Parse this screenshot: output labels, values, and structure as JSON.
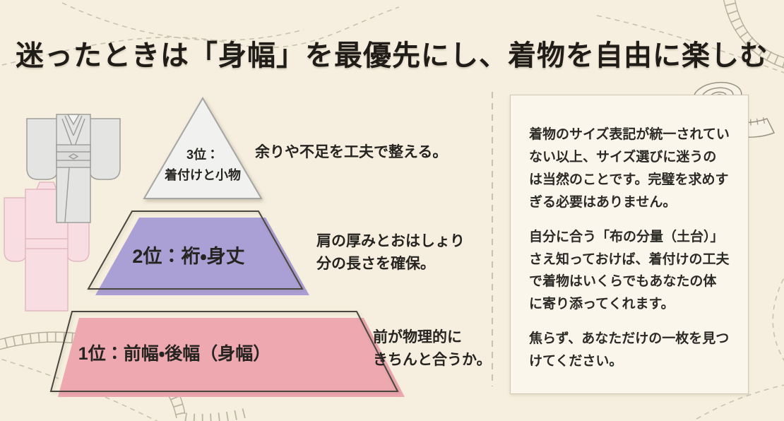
{
  "title": "迷ったときは「身幅」を最優先にし、着物を自由に楽しむ",
  "pyramid": {
    "levels": [
      {
        "rank": "3位：",
        "label": "着付けと小物",
        "annotation_lines": [
          "余りや不足を工夫で整える。"
        ],
        "fill": "#f1f1ef"
      },
      {
        "label": "2位：裄・身丈",
        "annotation_lines": [
          "肩の厚みとおはしょり",
          "分の長さを確保。"
        ],
        "fill": "#aba0d5"
      },
      {
        "label": "1位：前幅・後幅（身幅）",
        "annotation_lines": [
          "前が物理的に",
          "きちんと合うか。"
        ],
        "fill": "#eda8b0"
      }
    ]
  },
  "note_panel": {
    "paragraphs": [
      "着物のサイズ表記が統一されていない以上、サイズ選びに迷うのは当然のことです。完璧を求めすぎる必要はありません。",
      "自分に合う「布の分量（土台）」さえ知っておけば、着付けの工夫で着物はいくらでもあなたの体に寄り添ってくれます。",
      "焦らず、あなただけの一枚を見つけてください。"
    ]
  },
  "icons": {
    "kimono_gray": "kimono-illustration-gray",
    "kimono_pink": "kimono-illustration-pink",
    "tape_roll": "measuring-tape-roll-icon",
    "needle": "needle-and-thread-icon",
    "tape_arc": "measuring-tape-arc",
    "stitches": "stitch-dashed-lines"
  },
  "colors": {
    "background": "#f6efdf",
    "panel_background": "#faf6ec",
    "panel_border": "#cfc8b6",
    "outline": "#4a4741",
    "title_text": "#201d18",
    "body_text": "#2b2a26",
    "level3_fill": "#f1f1ef",
    "level2_fill": "#aba0d5",
    "level1_fill": "#eda8b0",
    "decor_line": "#c9c2b0"
  }
}
